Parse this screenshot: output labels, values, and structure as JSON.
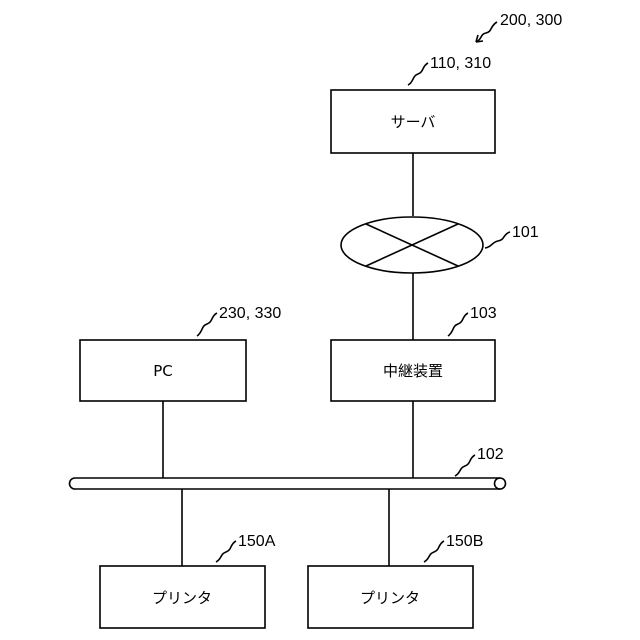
{
  "labels": {
    "system_ref": "200, 300",
    "server_ref": "110, 310",
    "network_ref": "101",
    "pc_ref": "230, 330",
    "relay_ref": "103",
    "lan_ref": "102",
    "printer_a_ref": "150A",
    "printer_b_ref": "150B"
  },
  "boxes": {
    "server": "サーバ",
    "pc": "PC",
    "relay": "中継装置",
    "printer_a": "プリンタ",
    "printer_b": "プリンタ"
  }
}
